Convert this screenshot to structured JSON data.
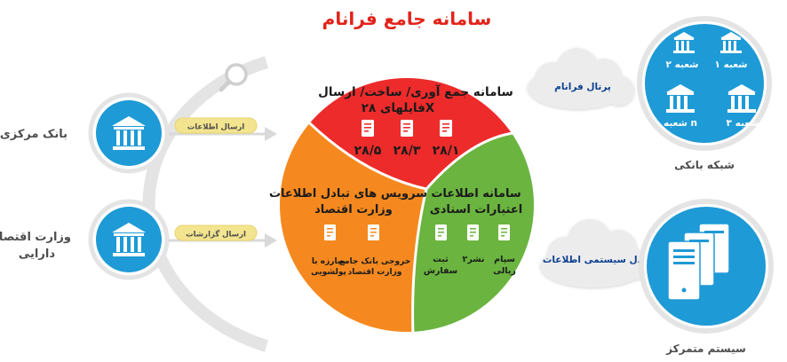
{
  "title": "سامانه جامع فرانام",
  "colors": {
    "title": "#e2231a",
    "red": "#ed2b2b",
    "orange": "#f5891f",
    "green": "#6ab43f",
    "blue": "#1e9ad6",
    "ring": "#e4e4e4",
    "label_text": "#4d4d4d",
    "cloud": "#ececec",
    "pill": "#f3e48f",
    "navy_text": "#0b3f8f"
  },
  "left": {
    "bank": "بانک مرکزی",
    "ministry_line1": "وزارت اقتصاد و",
    "ministry_line2": "دارایی",
    "send_info": "ارسال اطلاعات",
    "send_reports": "ارسال گزارشات",
    "bank_icon": "bank-building-icon",
    "ministry_icon": "bank-building-icon",
    "magnifier_icon": "magnifier-icon"
  },
  "circle": {
    "red": {
      "line1": "سامانه جمع آوری/ ساخت/ ارسال",
      "line2": "فایلهای ۲۸X",
      "files": [
        "۲۸/۱",
        "۲۸/۳",
        "۲۸/۵"
      ]
    },
    "green": {
      "line1": "سامانه اطلاعات",
      "line2": "اعتبارات اسنادی",
      "items": [
        {
          "a": "سپام",
          "b": "ریالی"
        },
        {
          "a": "نشر۲",
          "b": ""
        },
        {
          "a": "ثبت",
          "b": "سفارش"
        }
      ]
    },
    "orange": {
      "line1": "سرویس های تبادل اطلاعات",
      "line2": "وزارت اقتصاد",
      "items": [
        {
          "a": "خروجی بانک جامع",
          "b": "وزارت اقتصاد"
        },
        {
          "a": "مبارزه با",
          "b": "پولشویی"
        }
      ]
    }
  },
  "right": {
    "branches": [
      "شعبه ۱",
      "شعبه ۲",
      "شعبه ۳",
      "شعبه n"
    ],
    "banking_network": "شبکه بانکی",
    "portal": "پرتال فرانام",
    "exchange": "تبادل سیستمی اطلاعات",
    "central": "سیستم متمرکز"
  }
}
